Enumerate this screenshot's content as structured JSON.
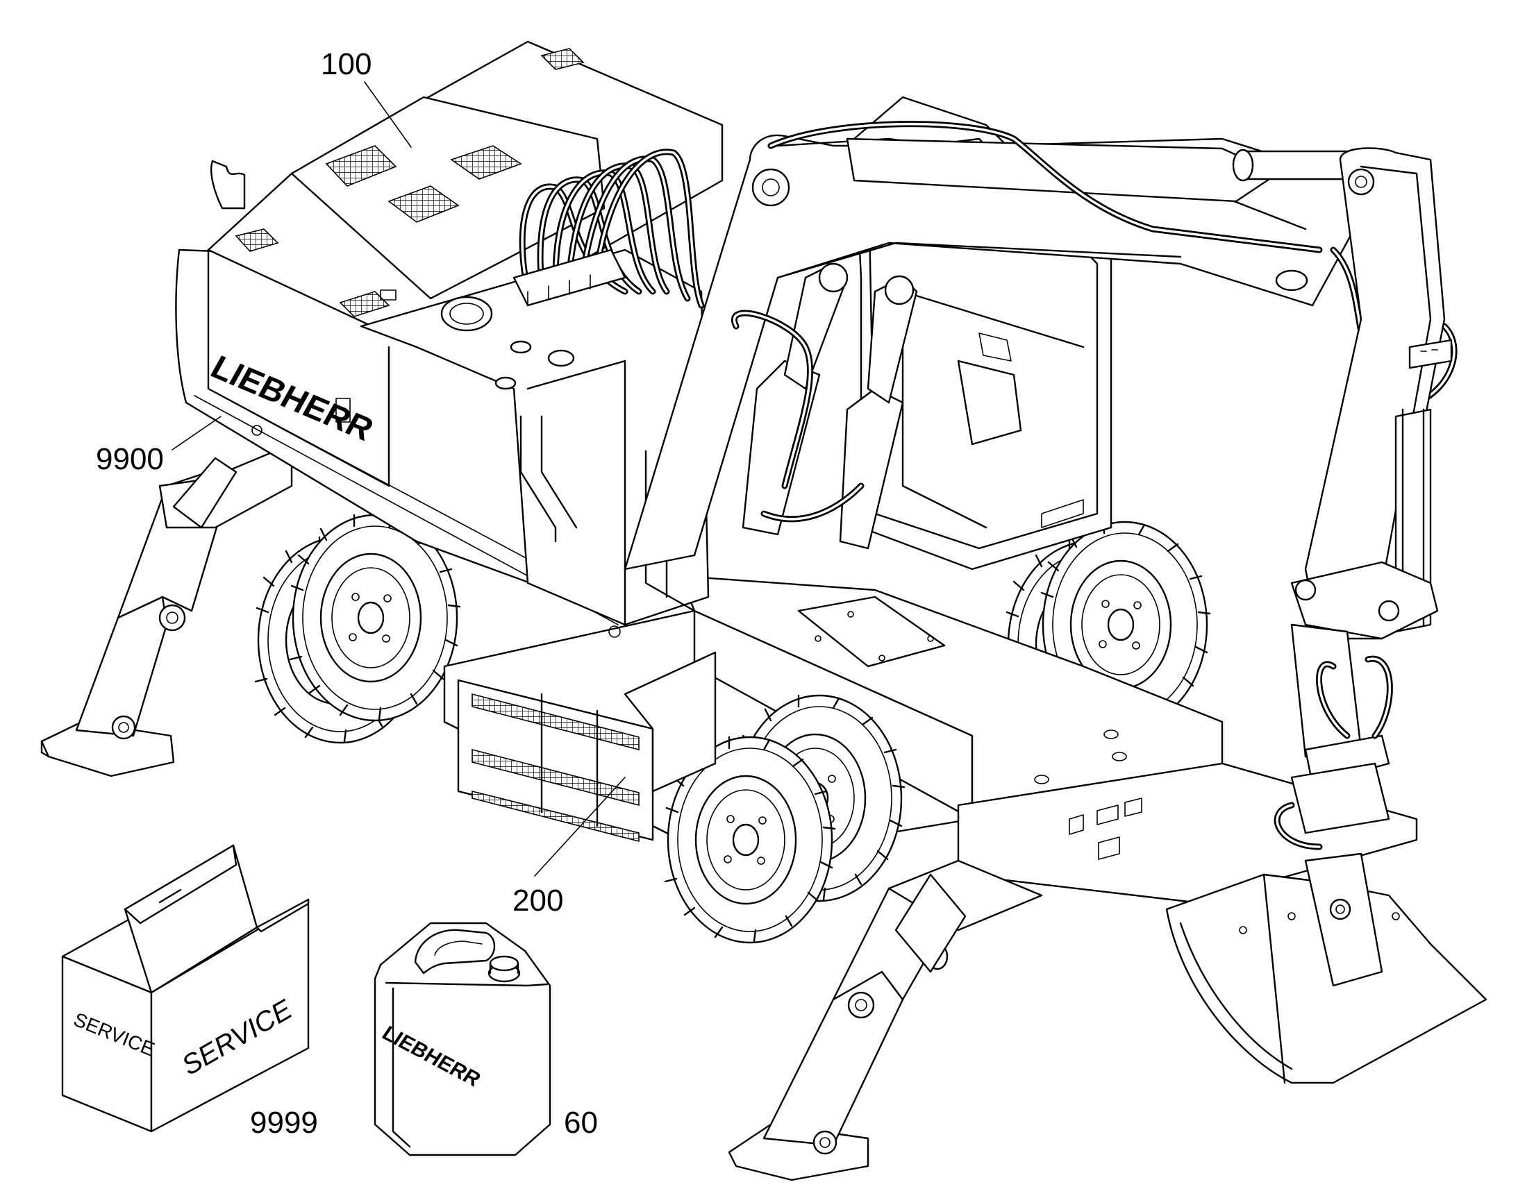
{
  "callouts": {
    "c100": "100",
    "c9900": "9900",
    "c200": "200",
    "c9999": "9999",
    "c60": "60"
  },
  "branding": {
    "machine_logo": "LIEBHERR",
    "canister_logo": "LIEBHERR"
  },
  "service_box": {
    "side_label": "SERVICE",
    "front_label": "SERVICE"
  },
  "colors": {
    "line": "#000000",
    "background": "#ffffff"
  }
}
